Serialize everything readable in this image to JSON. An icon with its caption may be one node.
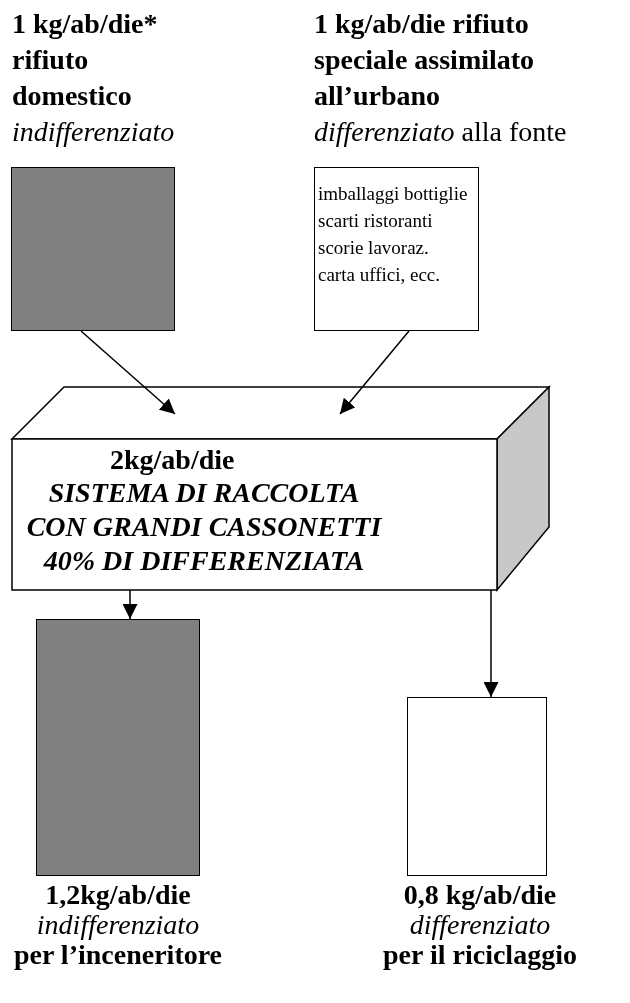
{
  "diagram": {
    "nodes": [
      {
        "text": [
          "1 kg/ab/die* rifiuto domestico",
          "indifferenziato"
        ]
      },
      {
        "text": [
          "1 kg/ab/die rifiuto speciale assimilato all’urbano",
          "*differenziato* alla fonte",
          "imballaggi bottiglie scarti ristoranti scorie lavoraz. carta uffici, ecc."
        ]
      },
      {
        "text": [
          "2kg/ab/die",
          "SISTEMA DI RACCOLTA CON GRANDI CASSONETTI 40% DI DIFFERENZIATA"
        ]
      },
      {
        "text": [
          "1,2kg/ab/die",
          "indifferenziato",
          "per l’inceneritore"
        ]
      },
      {
        "text": [
          "0,8 kg/ab/die",
          "differenziato",
          "per il riciclaggio"
        ]
      }
    ],
    "edges": [
      {
        "from": 0,
        "to": 2,
        "arrow": "to"
      },
      {
        "from": 1,
        "to": 2,
        "arrow": "to"
      },
      {
        "from": 2,
        "to": 3,
        "arrow": "to"
      },
      {
        "from": 2,
        "to": 4,
        "arrow": "to"
      }
    ]
  }
}
